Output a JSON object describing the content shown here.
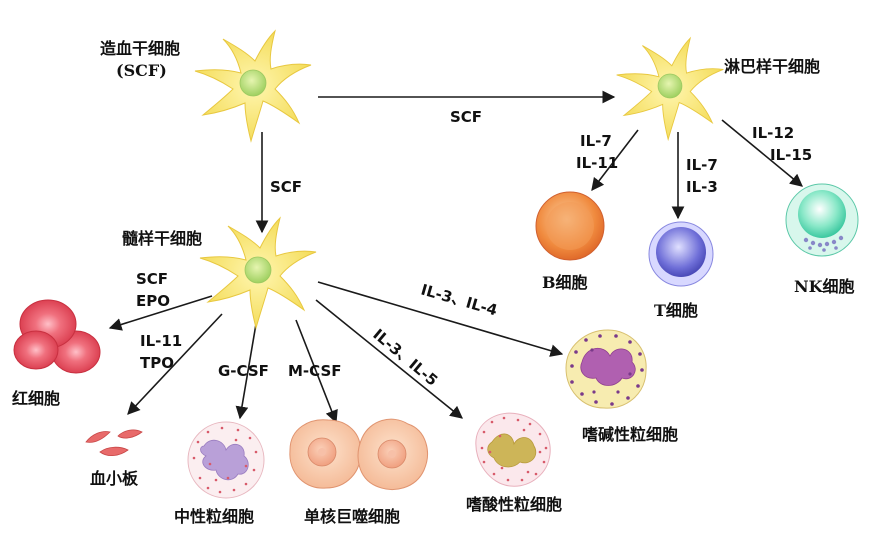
{
  "nodes": {
    "hsc": {
      "label": "造血干细胞",
      "sublabel": "(SCF)"
    },
    "lymphoid": {
      "label": "淋巴样干细胞"
    },
    "myeloid": {
      "label": "髓样干细胞"
    },
    "b_cell": {
      "label": "B细胞"
    },
    "t_cell": {
      "label": "T细胞"
    },
    "nk_cell": {
      "label": "NK细胞"
    },
    "rbc": {
      "label": "红细胞"
    },
    "platelet": {
      "label": "血小板"
    },
    "neutrophil": {
      "label": "中性粒细胞"
    },
    "macrophage": {
      "label": "单核巨噬细胞"
    },
    "eosinophil": {
      "label": "嗜酸性粒细胞"
    },
    "basophil": {
      "label": "嗜碱性粒细胞"
    }
  },
  "factors": {
    "hsc_to_lymphoid": "SCF",
    "hsc_to_myeloid": "SCF",
    "lymphoid_to_b": [
      "IL-7",
      "IL-11"
    ],
    "lymphoid_to_t": [
      "IL-7",
      "IL-3"
    ],
    "lymphoid_to_nk": [
      "IL-12",
      "IL-15"
    ],
    "myeloid_to_rbc": [
      "SCF",
      "EPO"
    ],
    "myeloid_to_platelet": [
      "IL-11",
      "TPO"
    ],
    "myeloid_to_neutrophil": "G-CSF",
    "myeloid_to_macrophage": "M-CSF",
    "myeloid_to_eosinophil": "IL-3、IL-5",
    "myeloid_to_basophil": "IL-3、IL-4"
  },
  "colors": {
    "stem_body": "#f7e46a",
    "stem_nucleus": "#bde07a",
    "rbc": "#e8505e",
    "b_cell": "#f07e3a",
    "t_cell": "#6f6fd8",
    "nk_cell": "#5fd6b0",
    "granule_red": "#d85a6a",
    "nucleus_purple": "#b78ac8",
    "eos_nucleus": "#c8b050"
  }
}
